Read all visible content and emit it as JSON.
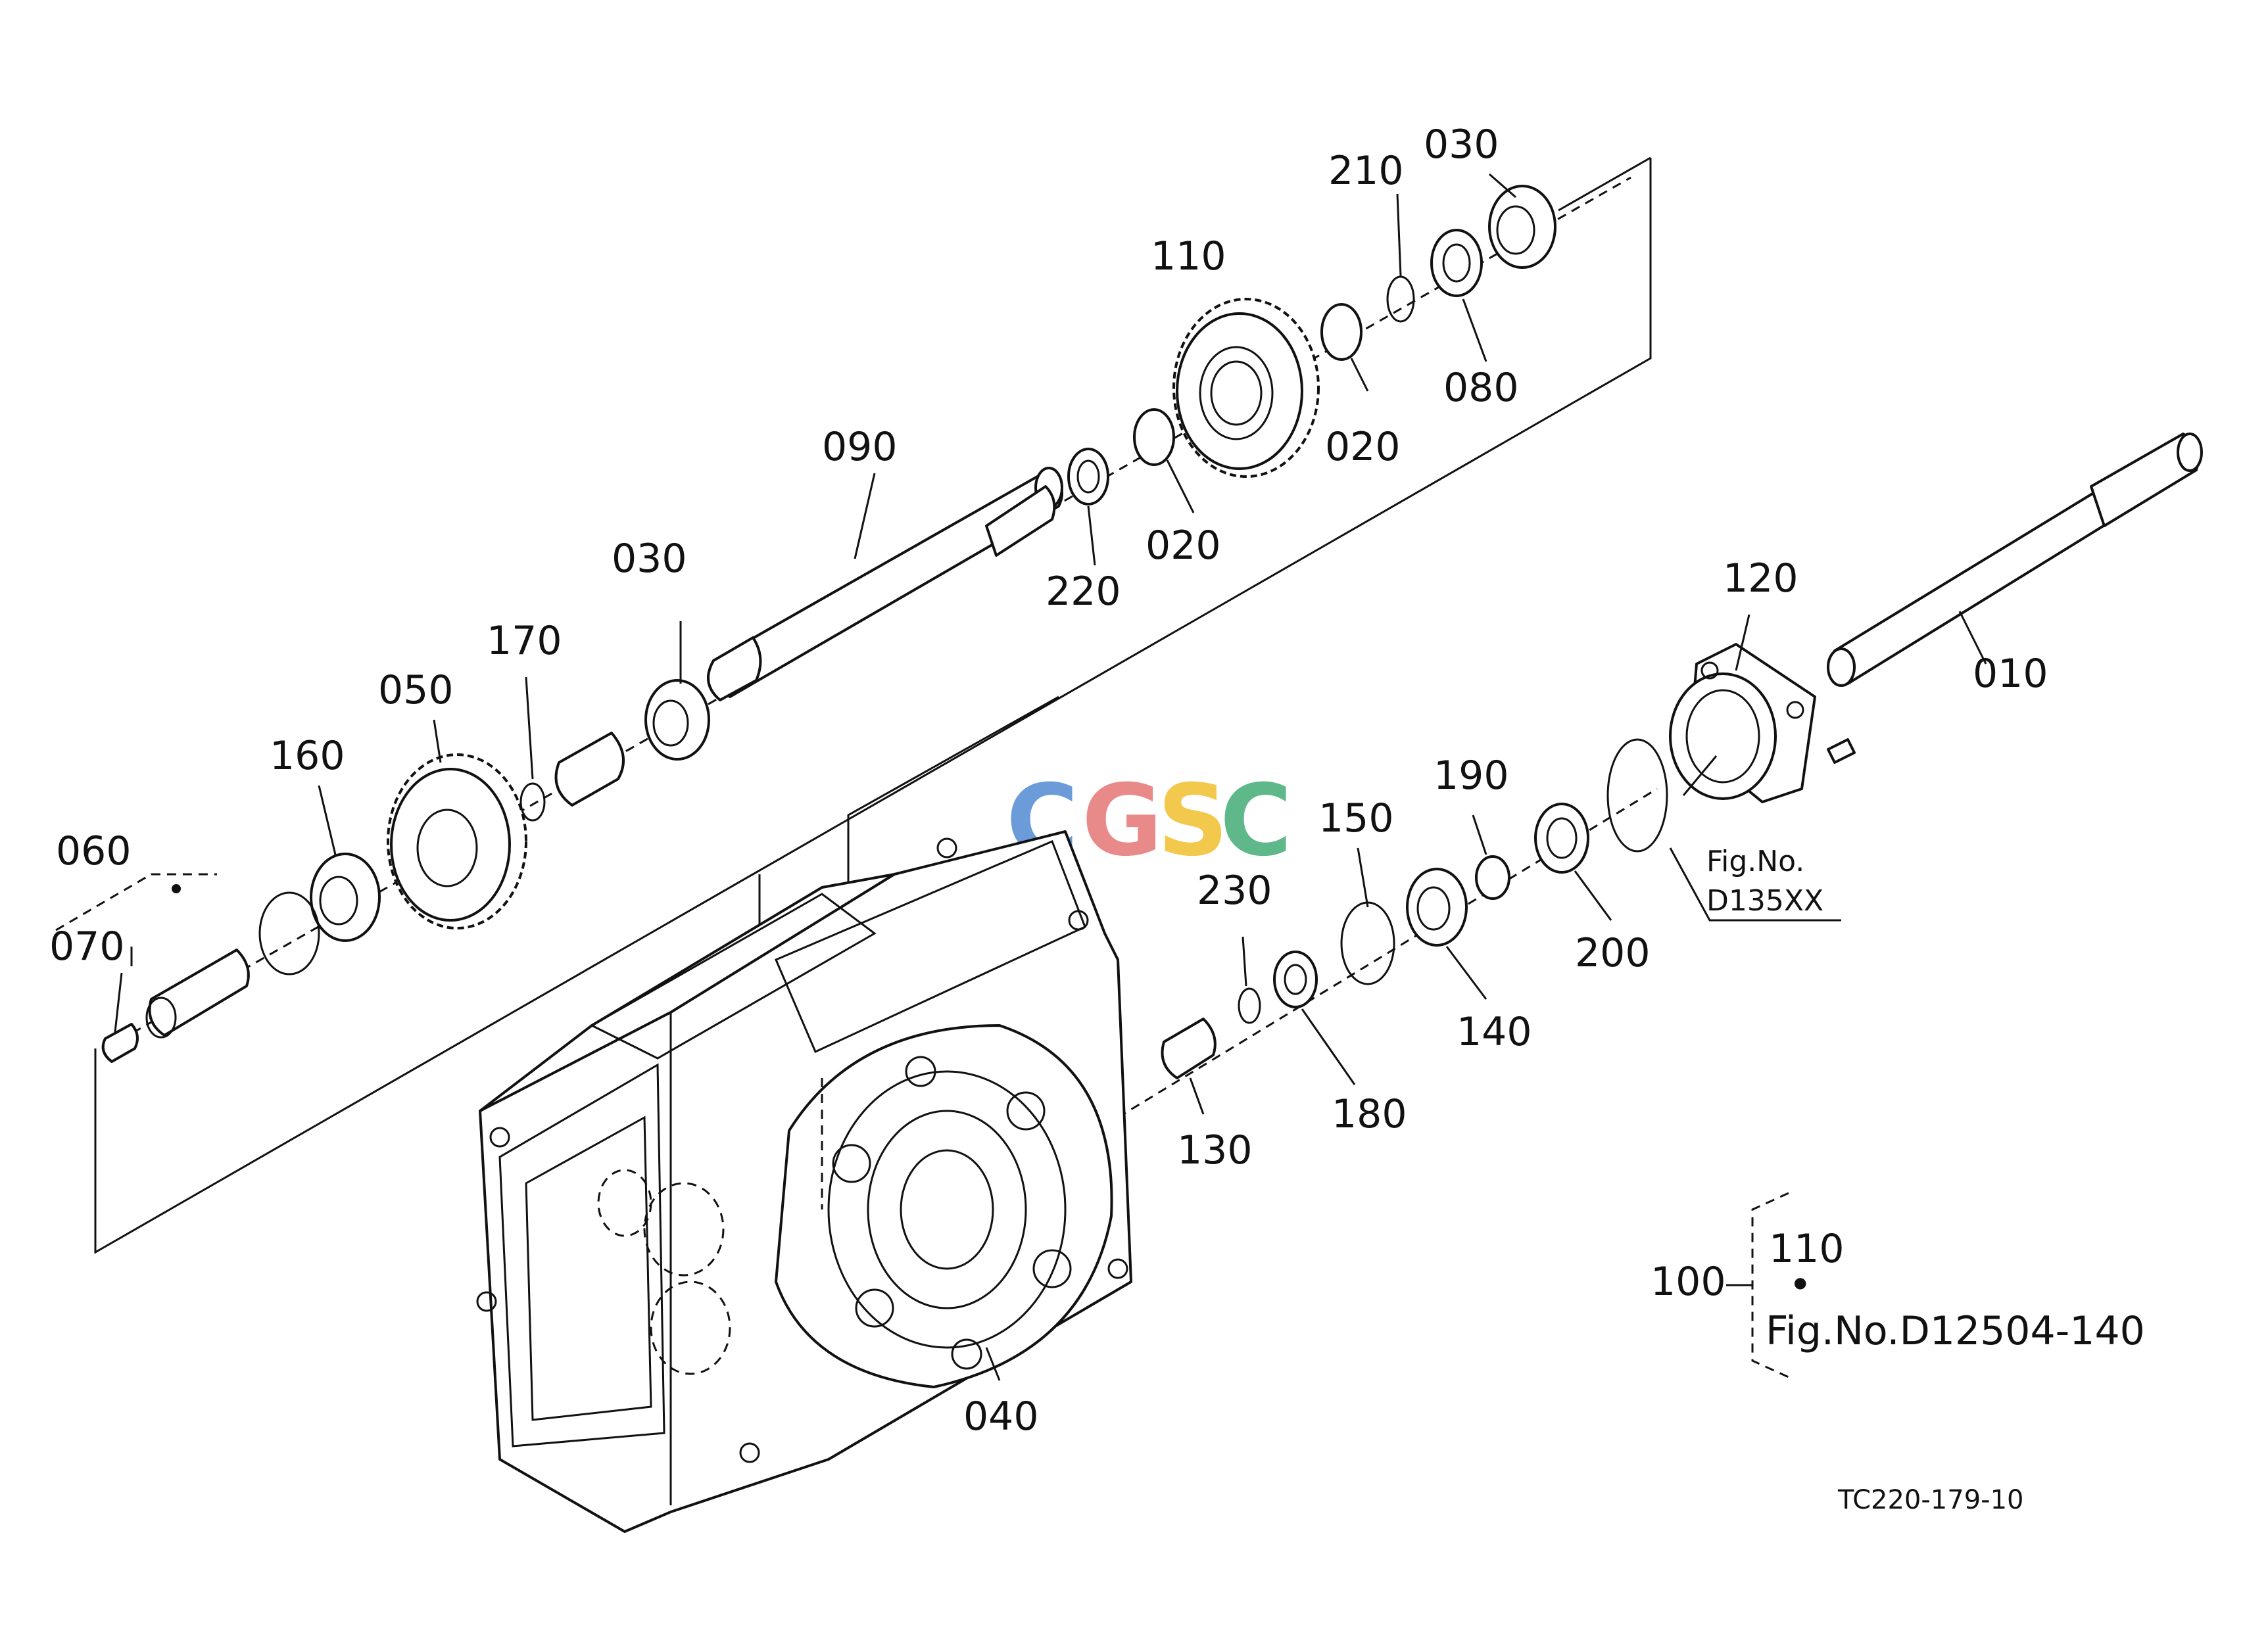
{
  "watermark": {
    "letters": [
      "C",
      "G",
      "S",
      "C"
    ],
    "colors": [
      "#6b9bd8",
      "#e88a8a",
      "#f2c94c",
      "#5fb88a"
    ]
  },
  "callouts": {
    "p010": "010",
    "p020a": "020",
    "p020b": "020",
    "p030a": "030",
    "p030b": "030",
    "p040": "040",
    "p050": "050",
    "p060": "060",
    "p070": "070",
    "p080": "080",
    "p090": "090",
    "p100": "100",
    "p110": "110",
    "p120": "120",
    "p130": "130",
    "p140": "140",
    "p150": "150",
    "p160": "160",
    "p170": "170",
    "p180": "180",
    "p190": "190",
    "p200": "200",
    "p210": "210",
    "p220": "220",
    "p230": "230"
  },
  "references": {
    "fig_ref_label": "Fig.No.",
    "fig_ref_code": "D135XX",
    "assembly_sub_item": "110",
    "assembly_bullet": "•",
    "assembly_fig_ref": "Fig.No.D12504-140"
  },
  "drawing_code": "TC220-179-10"
}
